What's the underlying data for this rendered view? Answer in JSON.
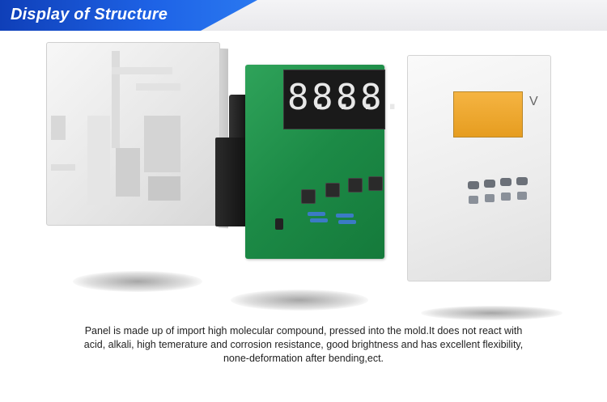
{
  "header": {
    "title": "Display of Structure",
    "accent_color": "#1e63e6"
  },
  "product": {
    "display_digits": [
      "8.",
      "8.",
      "8.",
      "8."
    ],
    "unit": "V"
  },
  "description": {
    "text": "Panel is made up of import high molecular compound, pressed into the mold.It does not react with acid, alkali, high temerature and corrosion resistance, good brightness and has excellent flexibility, none-deformation after bending,ect."
  }
}
